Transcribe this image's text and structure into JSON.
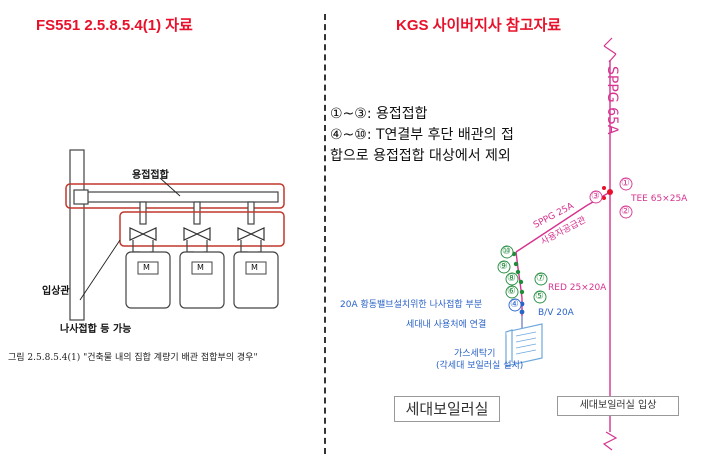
{
  "left": {
    "title": "FS551 2.5.8.5.4(1) 자료",
    "label_weld": "용접접합",
    "label_riser": "입상관",
    "label_thread": "나사접합 등 가능",
    "meter_label": "M",
    "caption": "그림 2.5.8.5.4(1)   \"건축물 내의 집합 계량기 배관 접합부의 경우\""
  },
  "right": {
    "title": "KGS 사이버지사 참고자료",
    "note_line1": "①~③: 용접접합",
    "note_line2": "④~⑩: T연결부 후단 배관의 접",
    "note_line3": "합으로 용접접합 대상에서 제외",
    "riser_label": "SPPG 65A",
    "tee_label": "TEE 65×25A",
    "branch_label": "SPPG 25A",
    "branch_sub": "사용자공급관",
    "red_label": "RED 25×20A",
    "bv_label": "B/V 20A",
    "valve_note": "20A 황동밸브설치위한 나사접합 부분",
    "connect_note": "세대내 사용처에 연결",
    "heater_label": "가스세탁기",
    "heater_sub": "(각세대 보일러실 설치)",
    "room_left": "세대보일러실",
    "room_right": "세대보일러실 입상",
    "circled": [
      "①",
      "②",
      "③",
      "④",
      "⑤",
      "⑥",
      "⑦",
      "⑧",
      "⑨",
      "⑩"
    ]
  },
  "colors": {
    "title_red": "#e8102a",
    "pipe_pink": "#d6338f",
    "highlight_box": "#c0392b",
    "dot_green": "#1f8a3a",
    "dot_blue": "#2a63c8"
  }
}
